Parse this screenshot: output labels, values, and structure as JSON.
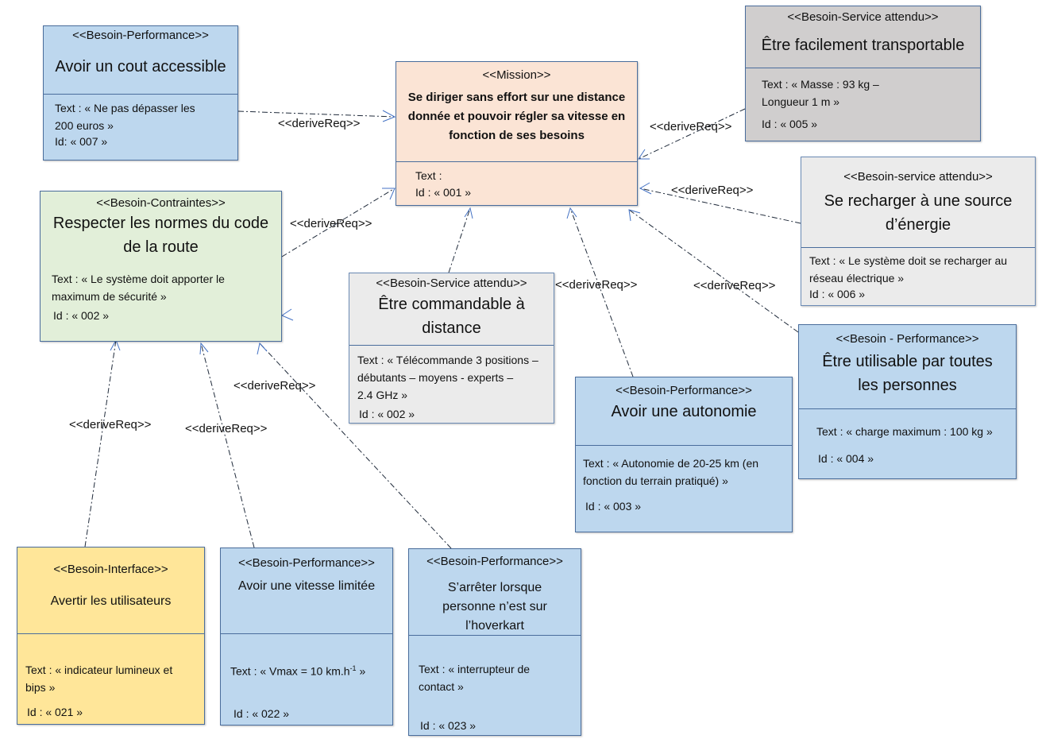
{
  "relation_label": "<<deriveReq>>",
  "mission": {
    "stereotype": "<<Mission>>",
    "title_lines": [
      "Se diriger sans effort sur une distance",
      "donnée et pouvoir régler sa vitesse en",
      "fonction de ses besoins"
    ],
    "text": "Text :",
    "id": "Id : « 001 »"
  },
  "cout": {
    "stereotype": "<<Besoin-Performance>>",
    "title": "Avoir un cout accessible",
    "text_lines": [
      "Text : « Ne pas dépasser les",
      "200 euros »"
    ],
    "id": "Id: « 007 »"
  },
  "transport": {
    "stereotype": "<<Besoin-Service attendu>>",
    "title": "Être facilement transportable",
    "text_lines": [
      "Text : « Masse : 93 kg –",
      "Longueur 1 m »"
    ],
    "id": "Id : « 005 »"
  },
  "recharge": {
    "stereotype": "<<Besoin-service attendu>>",
    "title_lines": [
      "Se recharger à une source",
      "d’énergie"
    ],
    "text_lines": [
      "Text : « Le système doit se recharger au",
      "réseau électrique »"
    ],
    "id": "Id : « 006 »"
  },
  "normes": {
    "stereotype": "<<Besoin-Contraintes>>",
    "title_lines": [
      "Respecter les normes du code",
      "de la route"
    ],
    "text_lines": [
      "Text : « Le système doit apporter le",
      "maximum de sécurité »"
    ],
    "id": "Id : « 002 »"
  },
  "commande": {
    "stereotype": "<<Besoin-Service attendu>>",
    "title_lines": [
      "Être commandable à",
      "distance"
    ],
    "text_lines": [
      "Text : « Télécommande 3 positions –",
      "débutants – moyens - experts –",
      "2.4 GHz »"
    ],
    "id": "Id : « 002 »"
  },
  "utilisable": {
    "stereotype": "<<Besoin - Performance>>",
    "title_lines": [
      "Être utilisable par toutes",
      "les personnes"
    ],
    "text": "Text : « charge maximum : 100 kg »",
    "id": "Id : « 004 »"
  },
  "autonomie": {
    "stereotype": "<<Besoin-Performance>>",
    "title": "Avoir une autonomie",
    "text_lines": [
      "Text : « Autonomie de 20-25 km (en",
      "fonction du terrain pratiqué) »"
    ],
    "id": "Id : « 003 »"
  },
  "avertir": {
    "stereotype": "<<Besoin-Interface>>",
    "title": "Avertir les utilisateurs",
    "text_lines": [
      "Text : « indicateur lumineux et",
      "bips »"
    ],
    "id": "Id : « 021 »"
  },
  "vitesse": {
    "stereotype": "<<Besoin-Performance>>",
    "title": "Avoir une vitesse limitée",
    "text_prefix": "Text : « Vmax = 10 km.h",
    "text_sup": "-1",
    "text_suffix": " »",
    "id": "Id : « 022 »"
  },
  "arret": {
    "stereotype": "<<Besoin-Performance>>",
    "title_lines": [
      "S’arrêter lorsque",
      "personne n’est sur",
      "l’hoverkart"
    ],
    "text_lines": [
      "Text : « interrupteur de",
      "contact »"
    ],
    "id": "Id : « 023 »"
  }
}
